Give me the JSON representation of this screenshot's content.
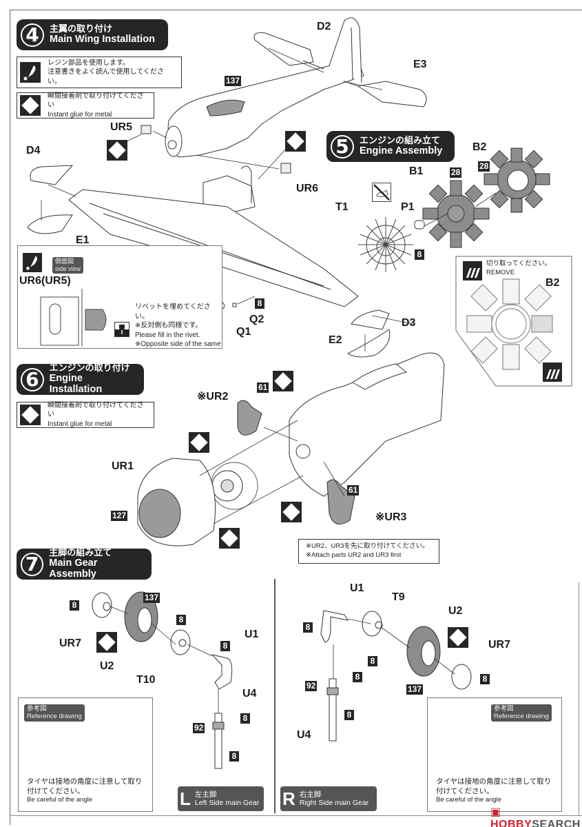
{
  "steps": {
    "step4": {
      "number": "4",
      "title_jp": "主翼の取り付け",
      "title_en": "Main Wing Installation",
      "resin_note": {
        "icon": "resin-warning-icon",
        "line1": "レジン部品を使用します。",
        "line2": "注意書きをよく読んで使用してください。"
      },
      "glue_note": {
        "icon": "instant-glue-icon",
        "line1": "瞬間接着剤で取り付けてください",
        "line2": "Instant glue for metal"
      },
      "parts": [
        "D2",
        "E3",
        "UR5",
        "D4",
        "E1",
        "UR6",
        "Q2",
        "Q1",
        "D3",
        "E2"
      ],
      "color_chips": [
        "137",
        "8"
      ],
      "side_view_box": {
        "tag_jp": "側面図",
        "tag_en": "side view",
        "part_label": "UR6(UR5)",
        "line1": "リベットを埋めてください。",
        "line2": "※反対側も同様です。",
        "line3": "Please fill in the rivet.",
        "line4": "※Opposite side of the same"
      }
    },
    "step5": {
      "number": "5",
      "title_jp": "エンジンの組み立て",
      "title_en": "Engine Assembly",
      "parts": [
        "B2",
        "B1",
        "T1",
        "P1"
      ],
      "color_chips": [
        "28",
        "28",
        "8"
      ],
      "remove_box": {
        "line1": "切り取ってください。",
        "line2": "REMOVE",
        "part_label": "B2"
      }
    },
    "step6": {
      "number": "6",
      "title_jp": "エンジンの取り付け",
      "title_en": "Engine Installation",
      "glue_note": {
        "line1": "瞬間接着剤で取り付けてください",
        "line2": "Instant glue for metal"
      },
      "parts": [
        "※UR2",
        "UR1",
        "※UR3"
      ],
      "color_chips": [
        "61",
        "127",
        "61"
      ],
      "attach_note": {
        "line1": "※UR2、UR3を先に取り付けてください。",
        "line2": "※Attach parts UR2 and UR3 first"
      }
    },
    "step7": {
      "number": "7",
      "title_jp": "主脚の組み立て",
      "title_en": "Main Gear Assembly",
      "left": {
        "parts": [
          "UR7",
          "U2",
          "T10",
          "U1",
          "U4"
        ],
        "color_chips": {
          "ur7": "8",
          "u2": "137",
          "t10": "8",
          "u1": "8",
          "u4_top": "8",
          "u4_mid": "92",
          "u4_bot": "8"
        },
        "side_letter": "L",
        "side_jp": "左主脚",
        "side_en": "Left Side main Gear"
      },
      "right": {
        "parts": [
          "U1",
          "T9",
          "U2",
          "UR7",
          "U4"
        ],
        "color_chips": {
          "u1": "8",
          "t9": "8",
          "u2": "137",
          "ur7": "8",
          "u4_top": "8",
          "u4_mid": "92",
          "u4_bot": "8"
        },
        "side_letter": "R",
        "side_jp": "右主脚",
        "side_en": "Right Side main Gear"
      },
      "reference": {
        "tag_jp": "参考図",
        "tag_en": "Reference drawing",
        "line1": "タイヤは接地の角度に注意して取り",
        "line2": "付けてください。",
        "line3": "Be careful of the angle"
      }
    }
  },
  "watermark": {
    "icon": "hobby-search-logo-icon",
    "part1": "HOBBY",
    "part2": "SEARCH"
  },
  "colors": {
    "header_bg": "#262626",
    "tag_bg": "#555555",
    "part_gray": "#8c8c8c",
    "watermark_red": "#d02030"
  }
}
